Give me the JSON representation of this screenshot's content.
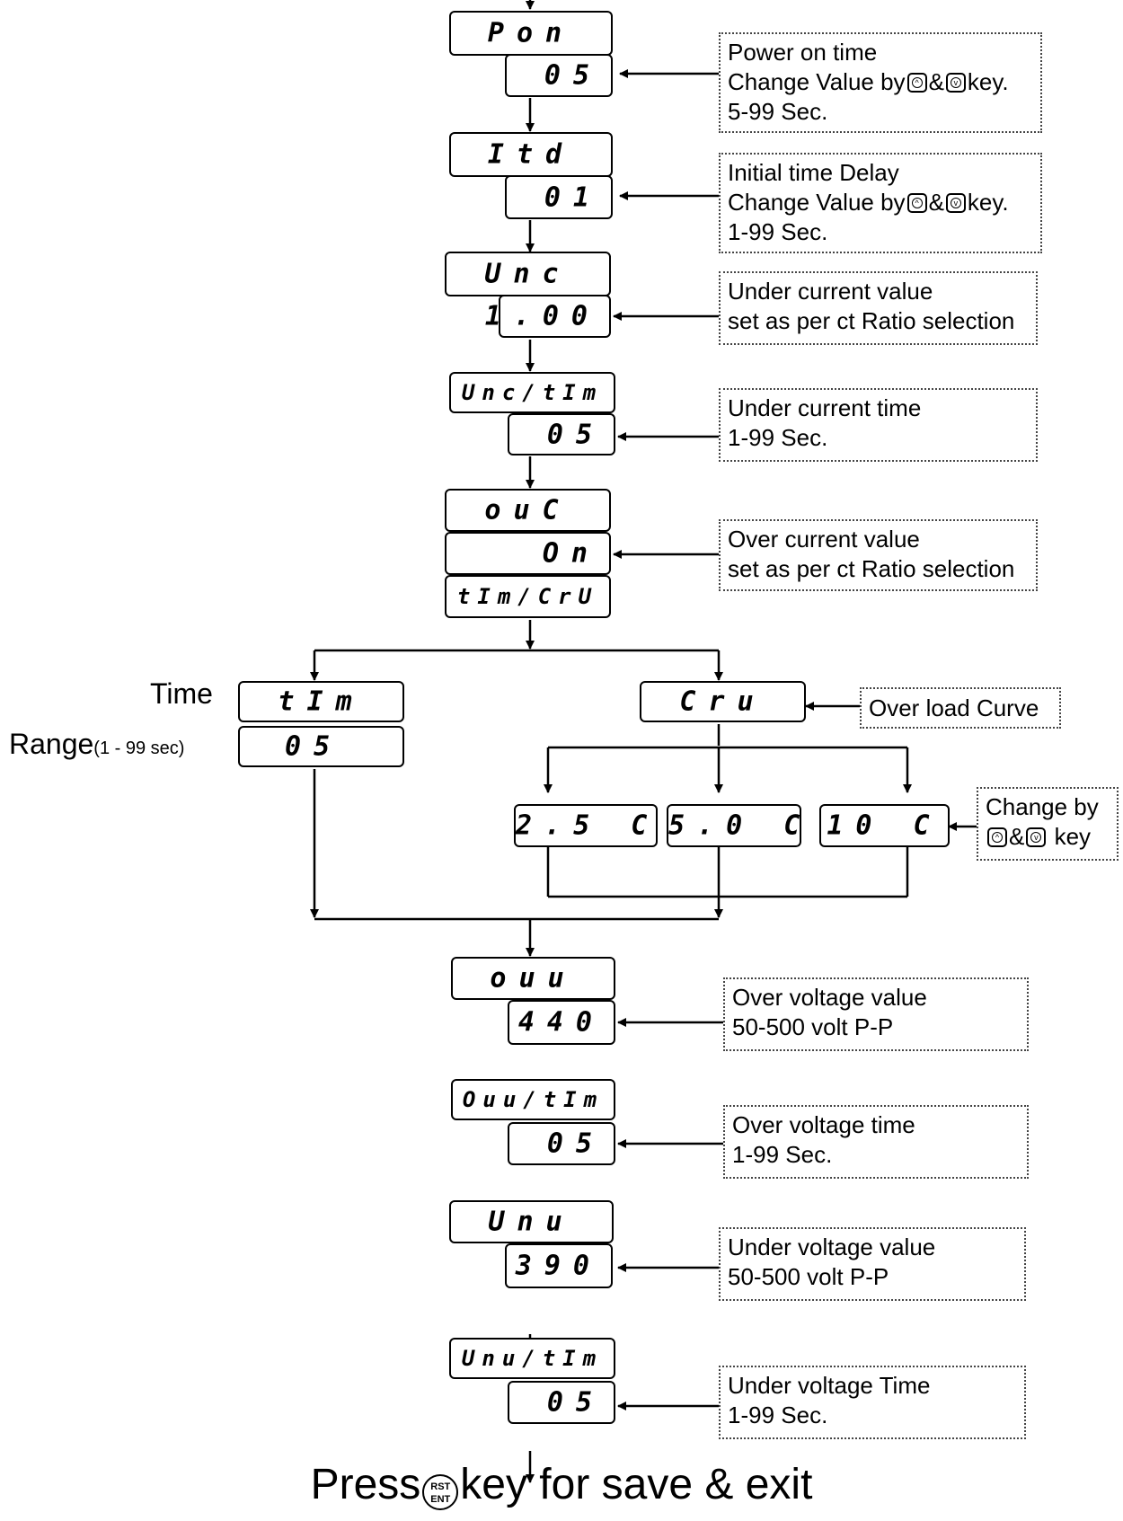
{
  "displays": {
    "pon": "Pon",
    "pon_val": "05",
    "itd": "Itd",
    "itd_val": "01",
    "unc": "Unc",
    "unc_val": "1.00",
    "unc_tim": "Unc/tIm",
    "unc_tim_val": "05",
    "ouc": "ouC",
    "ouc_val": "On",
    "tim_cru": "tIm/CrU",
    "tim": "tIm",
    "tim_val": "05",
    "cru": "Cru",
    "c25": "2.5 C",
    "c50": "5.0 C",
    "c10": "10 C",
    "ouu": "ouu",
    "ouu_val": "440",
    "ouu_tim": "Ouu/tIm",
    "ouu_tim_val": "05",
    "unu": "Unu",
    "unu_val": "390",
    "unu_tim": "Unu/tIm",
    "unu_tim_val": "05"
  },
  "notes": {
    "pon": {
      "line1": "Power on time",
      "line2a": "Change Value by",
      "line2b": "&",
      "line2c": "key.",
      "line3": "5-99 Sec."
    },
    "itd": {
      "line1": "Initial time Delay",
      "line2a": "Change Value by",
      "line2b": "&",
      "line2c": "key.",
      "line3": "1-99 Sec."
    },
    "unc": {
      "line1": "Under current value",
      "line2": "set as per ct Ratio selection"
    },
    "unc_tim": {
      "line1": "Under current time",
      "line2": "1-99 Sec."
    },
    "ouc": {
      "line1": "Over current value",
      "line2": "set as per ct Ratio selection"
    },
    "cru": {
      "line1": "Over load Curve"
    },
    "change": {
      "line1": "Change by",
      "line2a": "&",
      "line2b": "key"
    },
    "ouu": {
      "line1": "Over voltage value",
      "line2": "50-500 volt P-P"
    },
    "ouu_tim": {
      "line1": "Over voltage time",
      "line2": "1-99 Sec."
    },
    "unu": {
      "line1": "Under voltage value",
      "line2": "50-500 volt P-P"
    },
    "unu_tim": {
      "line1": "Under voltage Time",
      "line2": "1-99 Sec."
    }
  },
  "side": {
    "time": "Time",
    "range": "Range",
    "range_sub": "(1 - 99 sec)"
  },
  "footer": {
    "press": "Press",
    "key_top": "RST",
    "key_bottom": "ENT",
    "rest": "key for save & exit"
  },
  "icons": [
    "up-key-icon",
    "down-key-icon",
    "rst-ent-key-icon"
  ]
}
